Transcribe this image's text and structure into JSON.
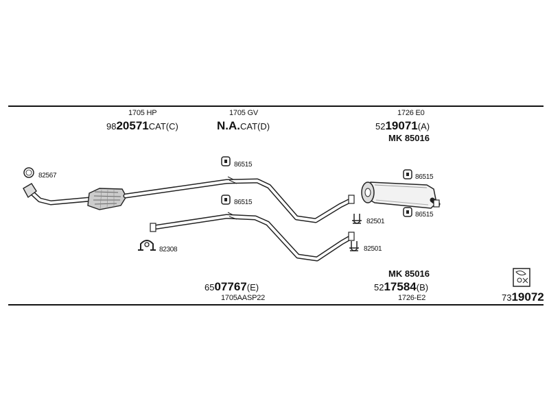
{
  "header_labels": {
    "front_code": "1705 HP",
    "front_pre": "98",
    "front_bold": "20571",
    "front_post": "CAT(C)",
    "mid_code": "1705 GV",
    "mid_bold": "N.A.",
    "mid_post": "CAT(D)",
    "rear_code": "1726 E0",
    "rear_pre": "52",
    "rear_bold": "19071",
    "rear_post": "(A)",
    "rear_kit": "MK  85016"
  },
  "footer_labels": {
    "pipe_pre": "65",
    "pipe_bold": "07767",
    "pipe_post": "(E)",
    "pipe_code": "1705AASP22",
    "rear2_kit": "MK  85016",
    "rear2_pre": "52",
    "rear2_bold": "17584",
    "rear2_post": "(B)",
    "rear2_code": "1726-E2",
    "kit_pre": "73",
    "kit_bold": "19072"
  },
  "parts": {
    "ring": "82567",
    "mount_1": "86515",
    "mount_2": "86515",
    "mount_3": "86515",
    "mount_4": "86515",
    "clamp_1": "82501",
    "clamp_2": "82501",
    "clamp_3": "82308"
  }
}
